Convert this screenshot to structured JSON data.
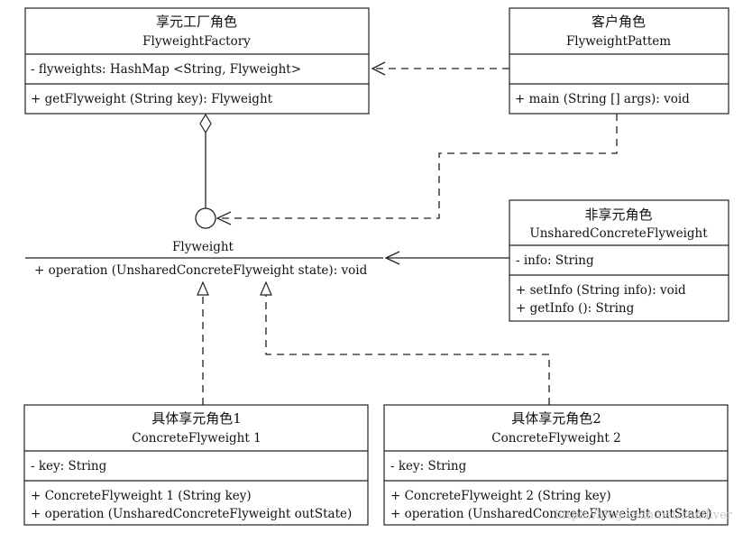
{
  "factory": {
    "title_cn": "享元工厂角色",
    "title_en": "FlyweightFactory",
    "attribute": "- flyweights: HashMap <String, Flyweight>",
    "method": "+ getFlyweight (String key): Flyweight"
  },
  "client": {
    "title_cn": "客户角色",
    "title_en": "FlyweightPattem",
    "method": "+ main (String [] args): void"
  },
  "flyweight": {
    "name": "Flyweight",
    "method": "+ operation (UnsharedConcreteFlyweight state): void"
  },
  "unshared": {
    "title_cn": "非享元角色",
    "title_en": "UnsharedConcreteFlyweight",
    "attribute": "- info: String",
    "method1": "+ setInfo (String info): void",
    "method2": "+ getInfo (): String"
  },
  "concrete1": {
    "title_cn": "具体享元角色1",
    "title_en": "ConcreteFlyweight  1",
    "attribute": "- key: String",
    "method1": "+ ConcreteFlyweight  1 (String key)",
    "method2": "+ operation (UnsharedConcreteFlyweight outState)"
  },
  "concrete2": {
    "title_cn": "具体享元角色2",
    "title_en": "ConcreteFlyweight  2",
    "attribute": "- key: String",
    "method1": "+ ConcreteFlyweight  2 (String key)",
    "method2": "+ operation (UnsharedConcreteFlyweight outState)"
  },
  "watermark": "https://blog.csdn.net/candiver"
}
